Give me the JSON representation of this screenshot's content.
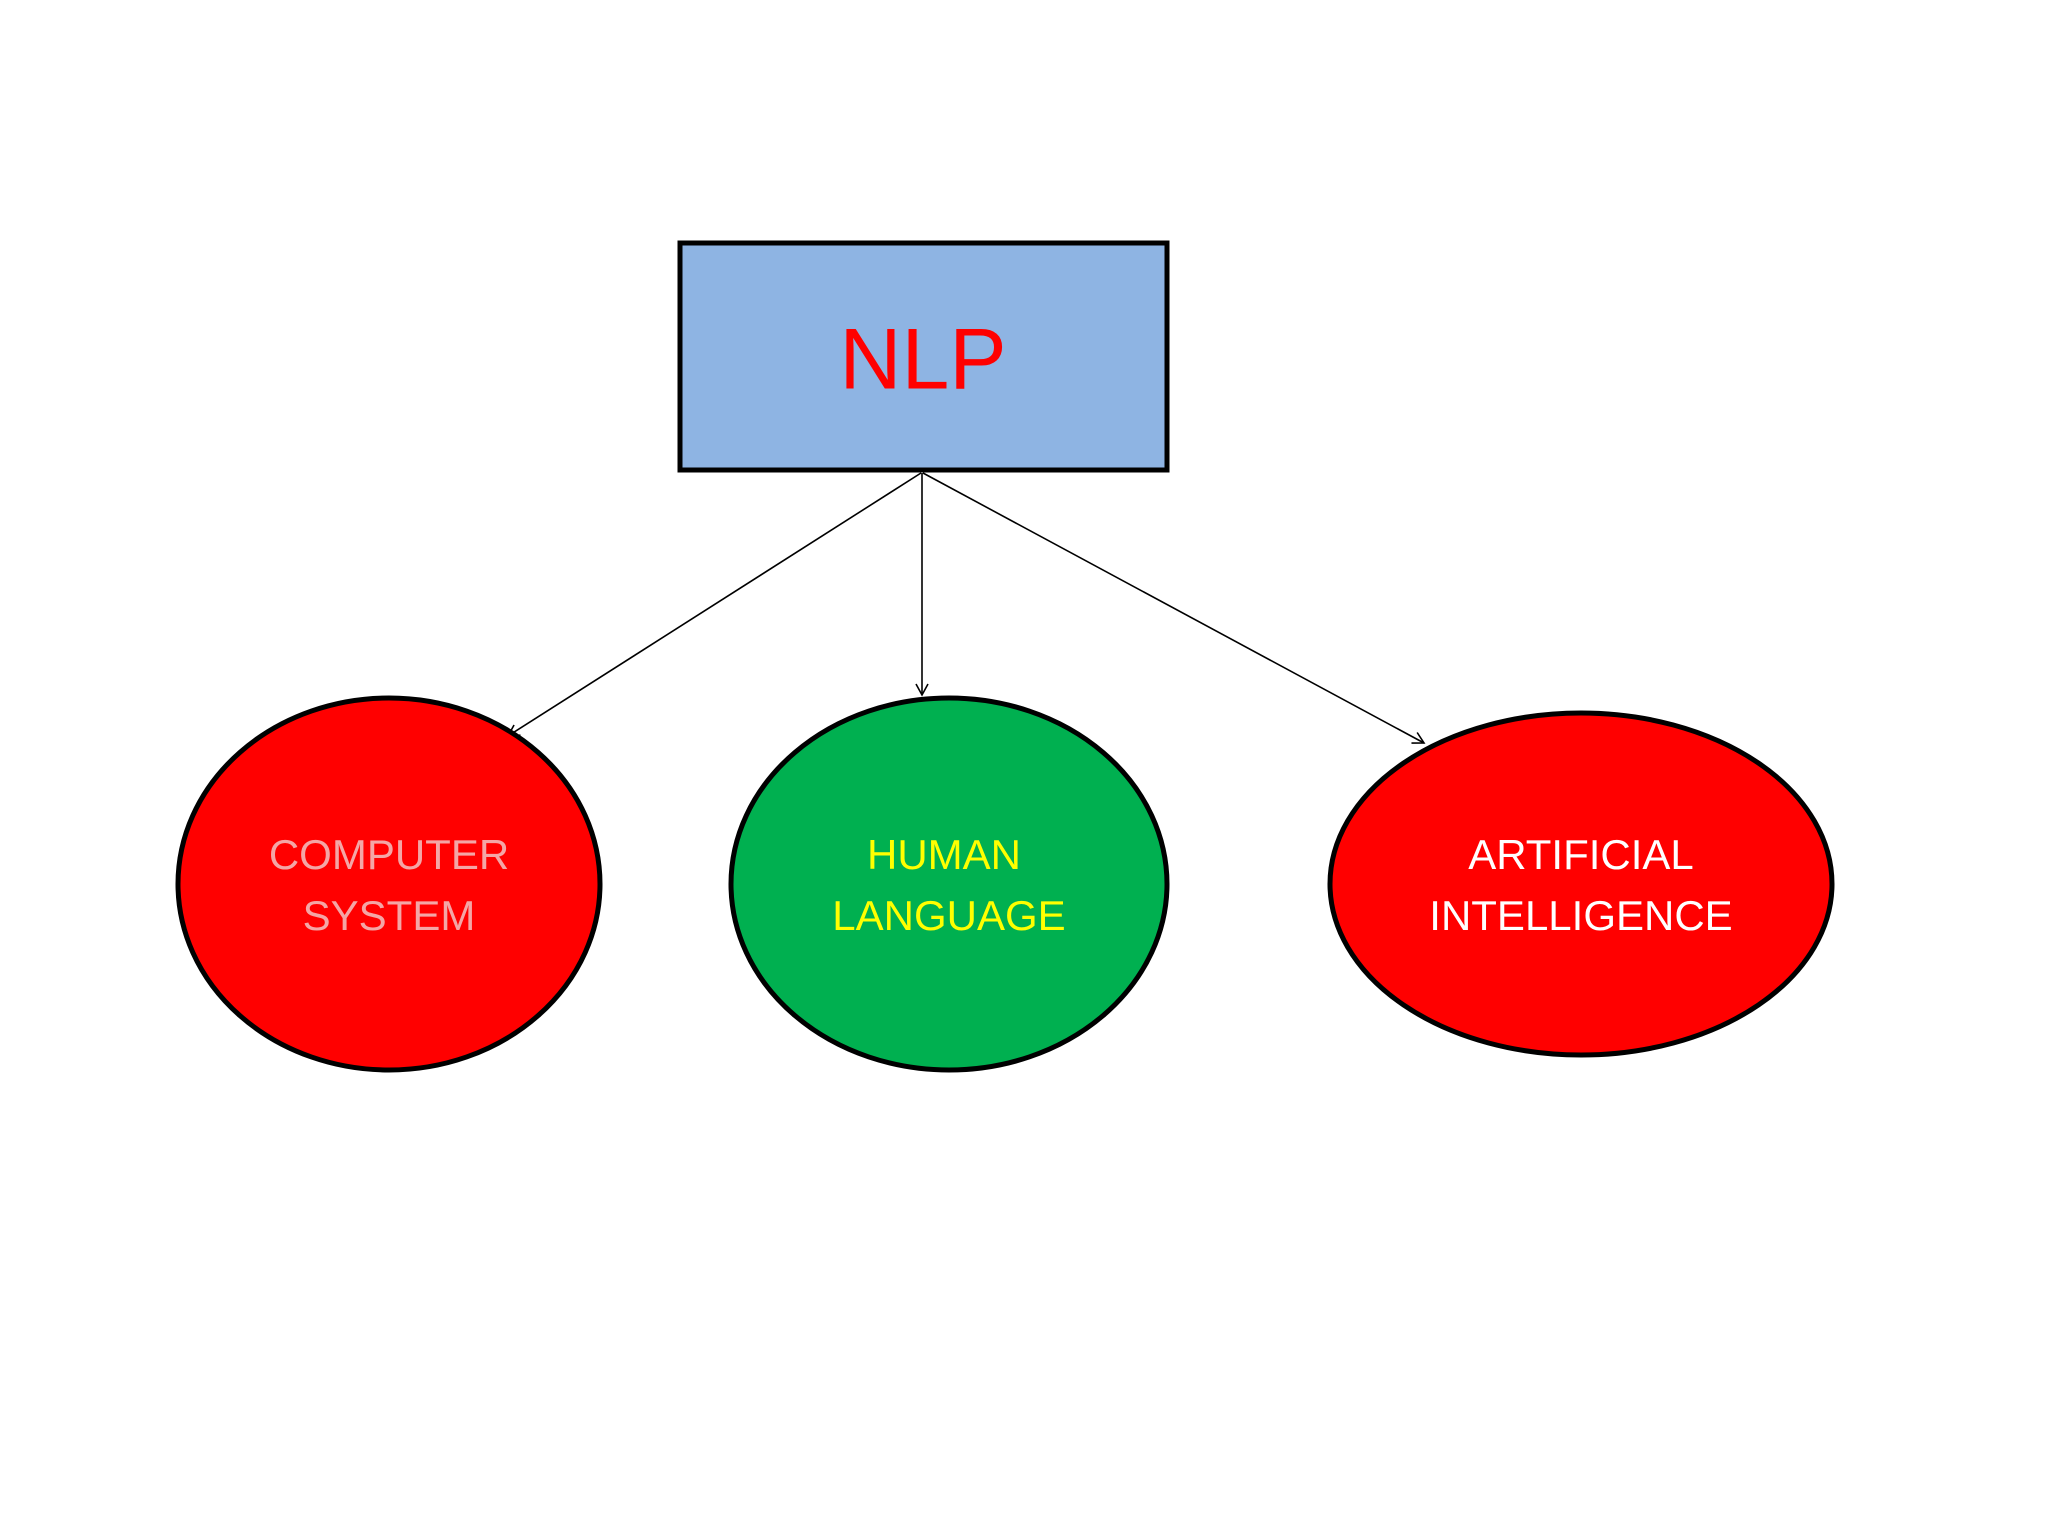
{
  "root": {
    "label": "NLP",
    "fill": "#8EB4E3",
    "text_color": "#FF0000"
  },
  "children": [
    {
      "lines": [
        "COMPUTER",
        "SYSTEM"
      ],
      "fill": "#FF0000",
      "text_color": "#F4A6A6"
    },
    {
      "lines": [
        "HUMAN",
        "LANGUAGE"
      ],
      "fill": "#00B050",
      "text_color": "#FFFF00"
    },
    {
      "lines": [
        "ARTIFICIAL",
        "INTELLIGENCE"
      ],
      "fill": "#FF0000",
      "text_color": "#FFFFFF"
    }
  ],
  "connector_color": "#000000"
}
